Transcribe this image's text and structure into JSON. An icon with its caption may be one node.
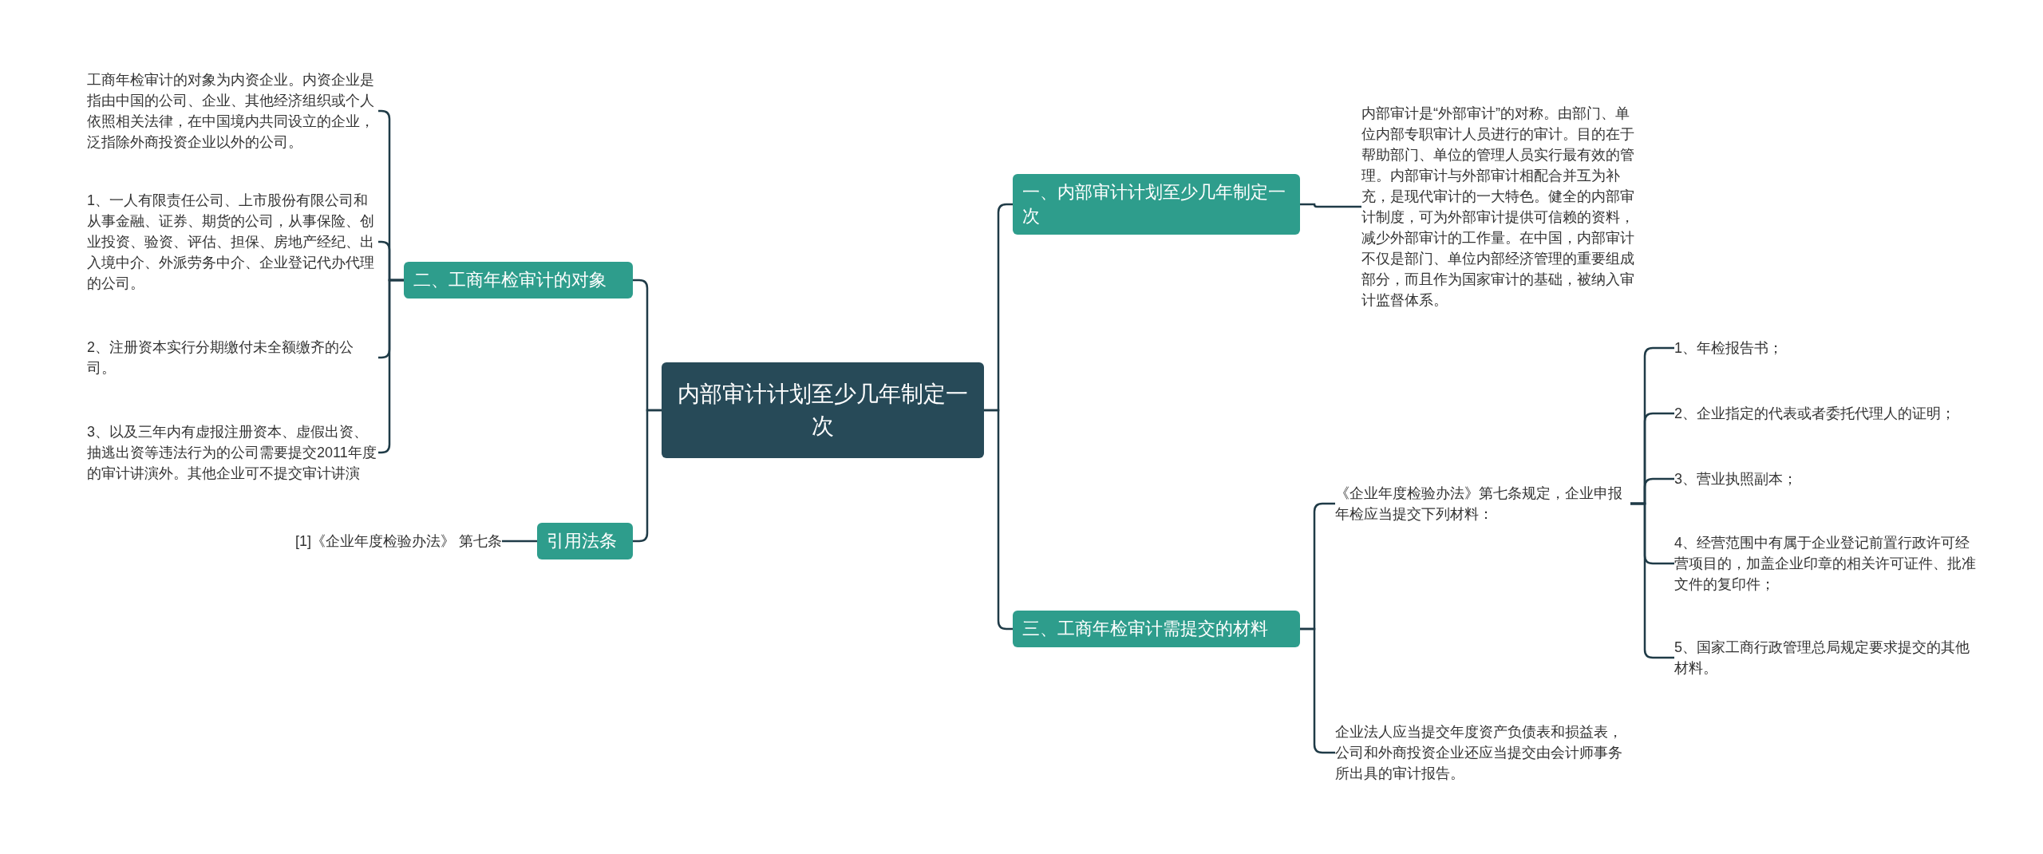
{
  "diagram": {
    "nodes": [
      {
        "text": [
          "内部审计计划至少几年制定一次"
        ]
      },
      {
        "text": [
          "二、工商年检审计的对象"
        ]
      },
      {
        "text": [
          "工商年检审计的对象为内资企业。内资企业是指由中国的公司、企业、其他经济组织或个人依照相关法律，在中国境内共同设立的企业，泛指除外商投资企业以外的公司。"
        ]
      },
      {
        "text": [
          "1、一人有限责任公司、上市股份有限公司和从事金融、证券、期货的公司，从事保险、创业投资、验资、评估、担保、房地产经纪、出入境中介、外派劳务中介、企业登记代办代理的公司。"
        ]
      },
      {
        "text": [
          "2、注册资本实行分期缴付未全额缴齐的公司。"
        ]
      },
      {
        "text": [
          "3、以及三年内有虚报注册资本、虚假出资、抽逃出资等违法行为的公司需要提交2011年度的审计讲演外。其他企业可不提交审计讲演"
        ]
      },
      {
        "text": [
          "引用法条"
        ]
      },
      {
        "text": [
          "[1]《企业年度检验办法》 第七条"
        ]
      },
      {
        "text": [
          "一、内部审计计划至少几年制定一次"
        ]
      },
      {
        "text": [
          "内部审计是“外部审计”的对称。由部门、单位内部专职审计人员进行的审计。目的在于帮助部门、单位的管理人员实行最有效的管理。内部审计与外部审计相配合并互为补充，是现代审计的一大特色。健全的内部审计制度，可为外部审计提供可信赖的资料，减少外部审计的工作量。在中国，内部审计不仅是部门、单位内部经济管理的重要组成部分，而且作为国家审计的基础，被纳入审计监督体系。"
        ]
      },
      {
        "text": [
          "三、工商年检审计需提交的材料"
        ]
      },
      {
        "text": [
          "《企业年度检验办法》第七条规定，企业申报年检应当提交下列材料："
        ]
      },
      {
        "text": [
          "1、年检报告书；"
        ]
      },
      {
        "text": [
          "2、企业指定的代表或者委托代理人的证明；"
        ]
      },
      {
        "text": [
          "3、营业执照副本；"
        ]
      },
      {
        "text": [
          "4、经营范围中有属于企业登记前置行政许可经营项目的，加盖企业印章的相关许可证件、批准文件的复印件；"
        ]
      },
      {
        "text": [
          "5、国家工商行政管理总局规定要求提交的其他材料。"
        ]
      },
      {
        "text": [
          "企业法人应当提交年度资产负债表和损益表，公司和外商投资企业还应当提交由会计师事务所出具的审计报告。"
        ]
      }
    ],
    "edges": [
      {
        "from": 0,
        "to": 1,
        "arrow": "none"
      },
      {
        "from": 1,
        "to": 2,
        "arrow": "none"
      },
      {
        "from": 1,
        "to": 3,
        "arrow": "none"
      },
      {
        "from": 1,
        "to": 4,
        "arrow": "none"
      },
      {
        "from": 1,
        "to": 5,
        "arrow": "none"
      },
      {
        "from": 0,
        "to": 6,
        "arrow": "none"
      },
      {
        "from": 6,
        "to": 7,
        "arrow": "none"
      },
      {
        "from": 0,
        "to": 8,
        "arrow": "none"
      },
      {
        "from": 8,
        "to": 9,
        "arrow": "none"
      },
      {
        "from": 0,
        "to": 10,
        "arrow": "none"
      },
      {
        "from": 10,
        "to": 11,
        "arrow": "none"
      },
      {
        "from": 11,
        "to": 12,
        "arrow": "none"
      },
      {
        "from": 11,
        "to": 13,
        "arrow": "none"
      },
      {
        "from": 11,
        "to": 14,
        "arrow": "none"
      },
      {
        "from": 11,
        "to": 15,
        "arrow": "none"
      },
      {
        "from": 11,
        "to": 16,
        "arrow": "none"
      },
      {
        "from": 10,
        "to": 17,
        "arrow": "none"
      }
    ]
  }
}
